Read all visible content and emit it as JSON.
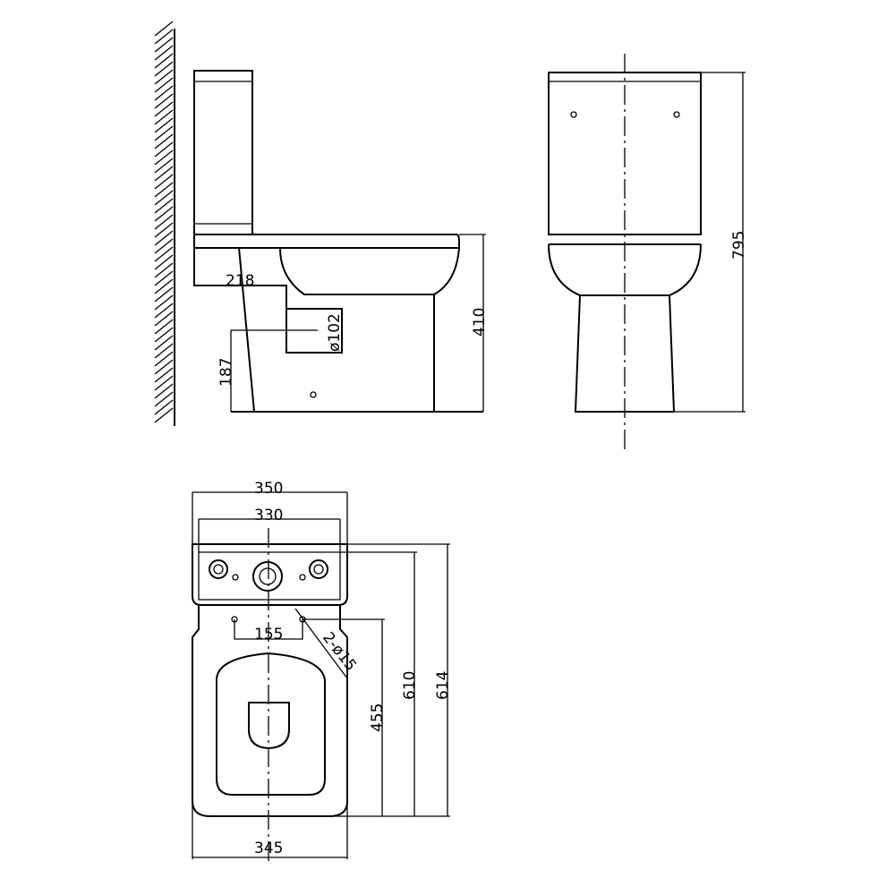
{
  "side_view": {
    "d_218": "218",
    "d_102": "ø102",
    "d_410": "410",
    "d_187": "187"
  },
  "front_view": {
    "d_795": "795"
  },
  "top_view": {
    "d_350": "350",
    "d_330": "330",
    "d_155": "155",
    "d_holes": "2-ø15",
    "d_455": "455",
    "d_610": "610",
    "d_614": "614",
    "d_345": "345"
  }
}
